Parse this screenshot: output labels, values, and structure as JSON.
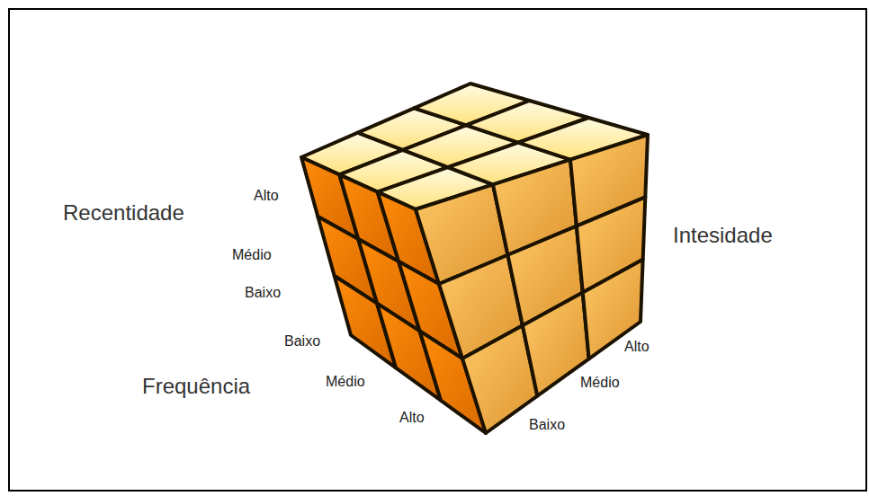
{
  "diagram": {
    "labels": [
      "Recentidade",
      "Alto",
      "Médio",
      "Baixo",
      "Intesidade",
      "Baixo",
      "Médio",
      "Alto",
      "Frequência",
      "Alto",
      "Médio",
      "Baixo"
    ]
  }
}
